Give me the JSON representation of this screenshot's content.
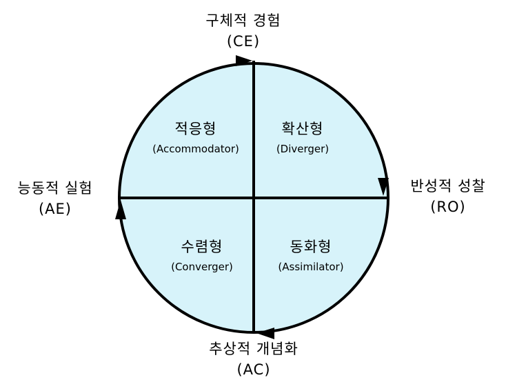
{
  "axes": {
    "top": {
      "label": "구체적 경험",
      "abbr": "(CE)"
    },
    "right": {
      "label": "반성적 성찰",
      "abbr": "(RO)"
    },
    "bottom": {
      "label": "추상적 개념화",
      "abbr": "(AC)"
    },
    "left": {
      "label": "능동적 실험",
      "abbr": "(AE)"
    }
  },
  "quadrants": {
    "top_left": {
      "name": "적응형",
      "english": "(Accommodator)"
    },
    "top_right": {
      "name": "확산형",
      "english": "(Diverger)"
    },
    "bottom_left": {
      "name": "수렴형",
      "english": "(Converger)"
    },
    "bottom_right": {
      "name": "동화형",
      "english": "(Assimilator)"
    }
  },
  "colors": {
    "circle_fill": "#d7f3fa",
    "stroke": "#000000"
  }
}
